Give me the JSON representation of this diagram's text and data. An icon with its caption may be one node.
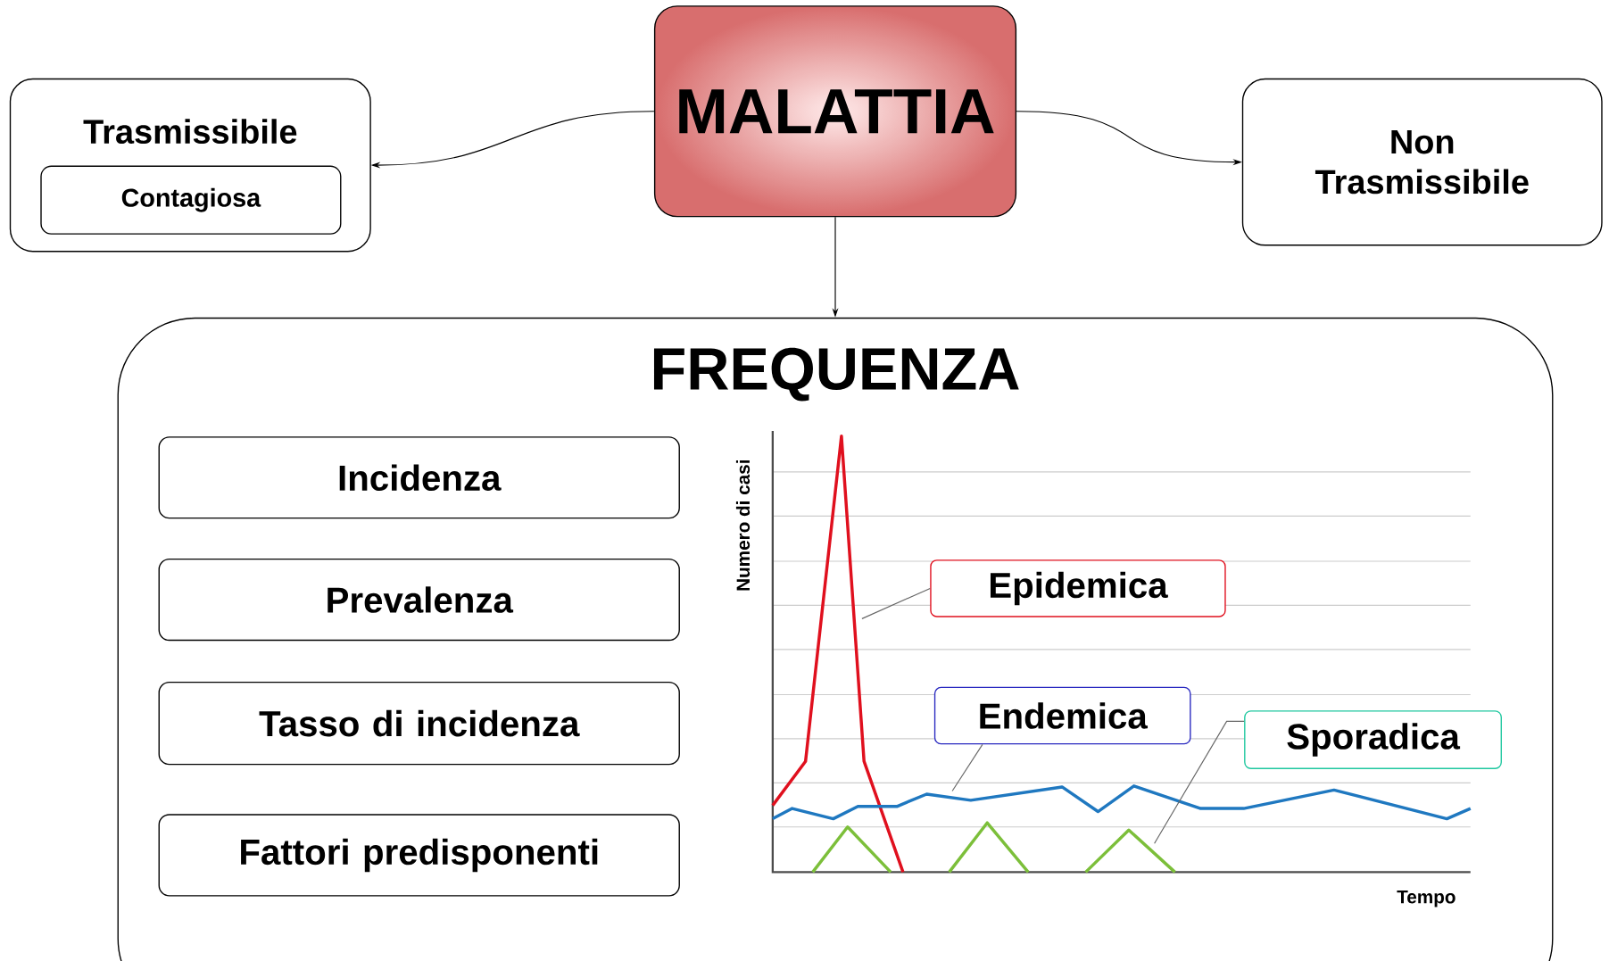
{
  "diagram": {
    "nodes": [
      {
        "text": [
          "MALATTIA"
        ]
      },
      {
        "text": [
          "Trasmissibile"
        ]
      },
      {
        "text": [
          "Contagiosa"
        ],
        "in": 1
      },
      {
        "text": [
          "Non Trasmissibile"
        ]
      },
      {
        "text": [
          "FREQUENZA"
        ]
      },
      {
        "text": [
          "Incidenza"
        ],
        "in": 4
      },
      {
        "text": [
          "Prevalenza"
        ],
        "in": 4
      },
      {
        "text": [
          "Tasso di incidenza"
        ],
        "in": 4
      },
      {
        "text": [
          "Fattori predisponenti"
        ],
        "in": 4
      },
      {
        "text": [
          "Epidemica"
        ],
        "in": 4
      },
      {
        "text": [
          "Endemica"
        ],
        "in": 4
      },
      {
        "text": [
          "Sporadica"
        ],
        "in": 4
      }
    ],
    "edges": [
      {
        "from": 0,
        "to": 1,
        "arrow": "to"
      },
      {
        "from": 0,
        "to": 3,
        "arrow": "to"
      },
      {
        "from": 0,
        "to": 4,
        "arrow": "to"
      },
      {
        "from": 9,
        "to": null,
        "arrow": "none",
        "color": "#666666"
      },
      {
        "from": 10,
        "to": null,
        "arrow": "none",
        "color": "#666666"
      },
      {
        "from": 11,
        "to": null,
        "arrow": "none",
        "color": "#666666"
      }
    ],
    "labels": [
      "Numero di casi",
      "Tempo"
    ]
  }
}
